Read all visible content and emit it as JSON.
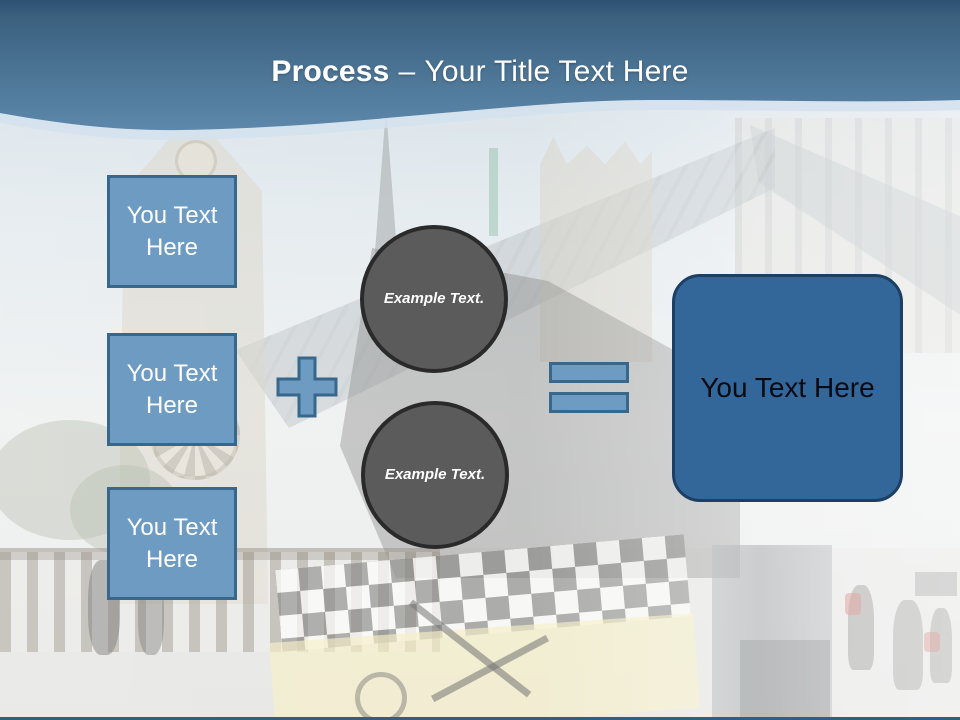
{
  "slide": {
    "title": {
      "bold": "Process",
      "dash": "–",
      "regular": "Your Title Text Here"
    }
  },
  "diagram": {
    "inputs": [
      {
        "label": "You Text Here"
      },
      {
        "label": "You Text Here"
      },
      {
        "label": "You Text Here"
      }
    ],
    "operators": {
      "plus_icon": "plus",
      "equals_icon": "equals"
    },
    "circles": [
      {
        "label": "Example Text."
      },
      {
        "label": "Example Text."
      }
    ],
    "result": {
      "label": "You Text Here"
    }
  },
  "background": {
    "scene": "washed-out photo of Notre-Dame cathedral, fence, bicycle, yellow checkered cart, pedestrians"
  },
  "colors": {
    "header_top": "#2C5172",
    "header_bottom": "#5D88AB",
    "accent_light_blue": "#6D9BC2",
    "accent_border": "#38678C",
    "circle_fill": "#5B5B5B",
    "circle_border": "#2A2A2A",
    "result_fill": "#336699",
    "result_border": "#1C3F63",
    "title_text": "#FFFFFF"
  }
}
